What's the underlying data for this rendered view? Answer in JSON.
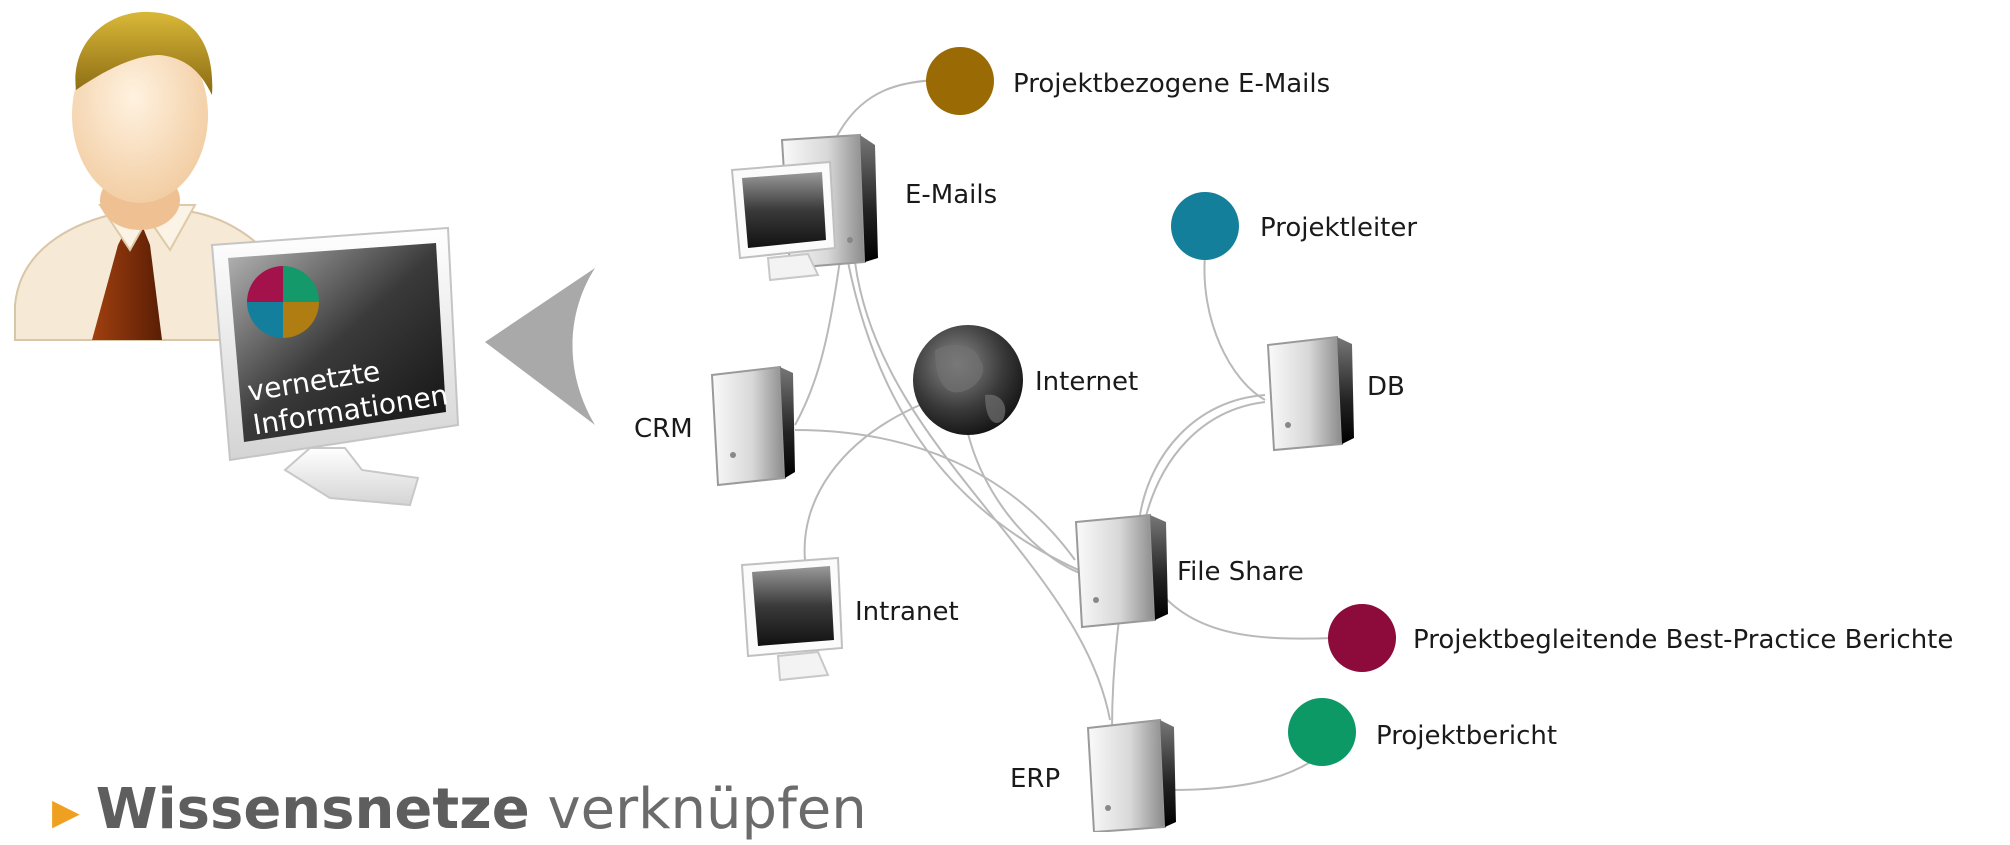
{
  "monitor_text": {
    "line1": "vernetzte",
    "line2": "Informationen"
  },
  "labels": {
    "projektbezogene_emails": "Projektbezogene E-Mails",
    "emails": "E-Mails",
    "projektleiter": "Projektleiter",
    "internet": "Internet",
    "db": "DB",
    "crm": "CRM",
    "file_share": "File Share",
    "intranet": "Intranet",
    "best_practice": "Projektbegleitende Best-Practice Berichte",
    "erp": "ERP",
    "projektbericht": "Projektbericht"
  },
  "footer": {
    "bold": "Wissensnetze",
    "rest": " verknüpfen"
  },
  "colors": {
    "projektbezogene_emails": "#9a6a05",
    "projektleiter": "#137f9a",
    "best_practice": "#8c0b3a",
    "projektbericht": "#0c9966",
    "quad_red": "#a3124a",
    "quad_green": "#14996a",
    "quad_blue": "#147f9c",
    "quad_orange": "#b07d12",
    "accent": "#f0a020"
  }
}
